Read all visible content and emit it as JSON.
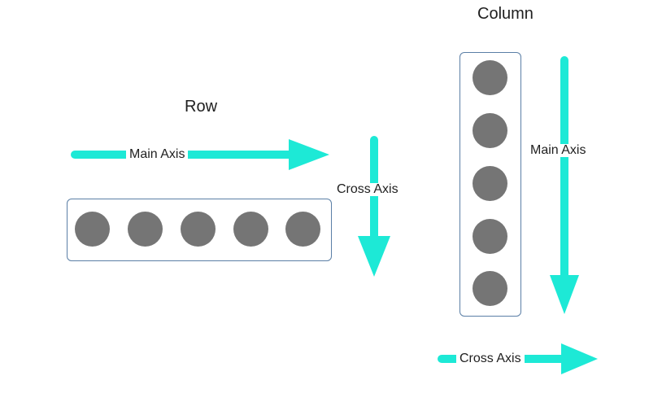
{
  "row": {
    "title": "Row",
    "main_axis_label": "Main Axis",
    "cross_axis_label": "Cross Axis",
    "item_count": 5
  },
  "column": {
    "title": "Column",
    "main_axis_label": "Main Axis",
    "cross_axis_label": "Cross Axis",
    "item_count": 5
  },
  "colors": {
    "arrow": "#1de9d6",
    "circle": "#757575",
    "container_border": "#5b7fa6",
    "text": "#1f1f1f"
  }
}
